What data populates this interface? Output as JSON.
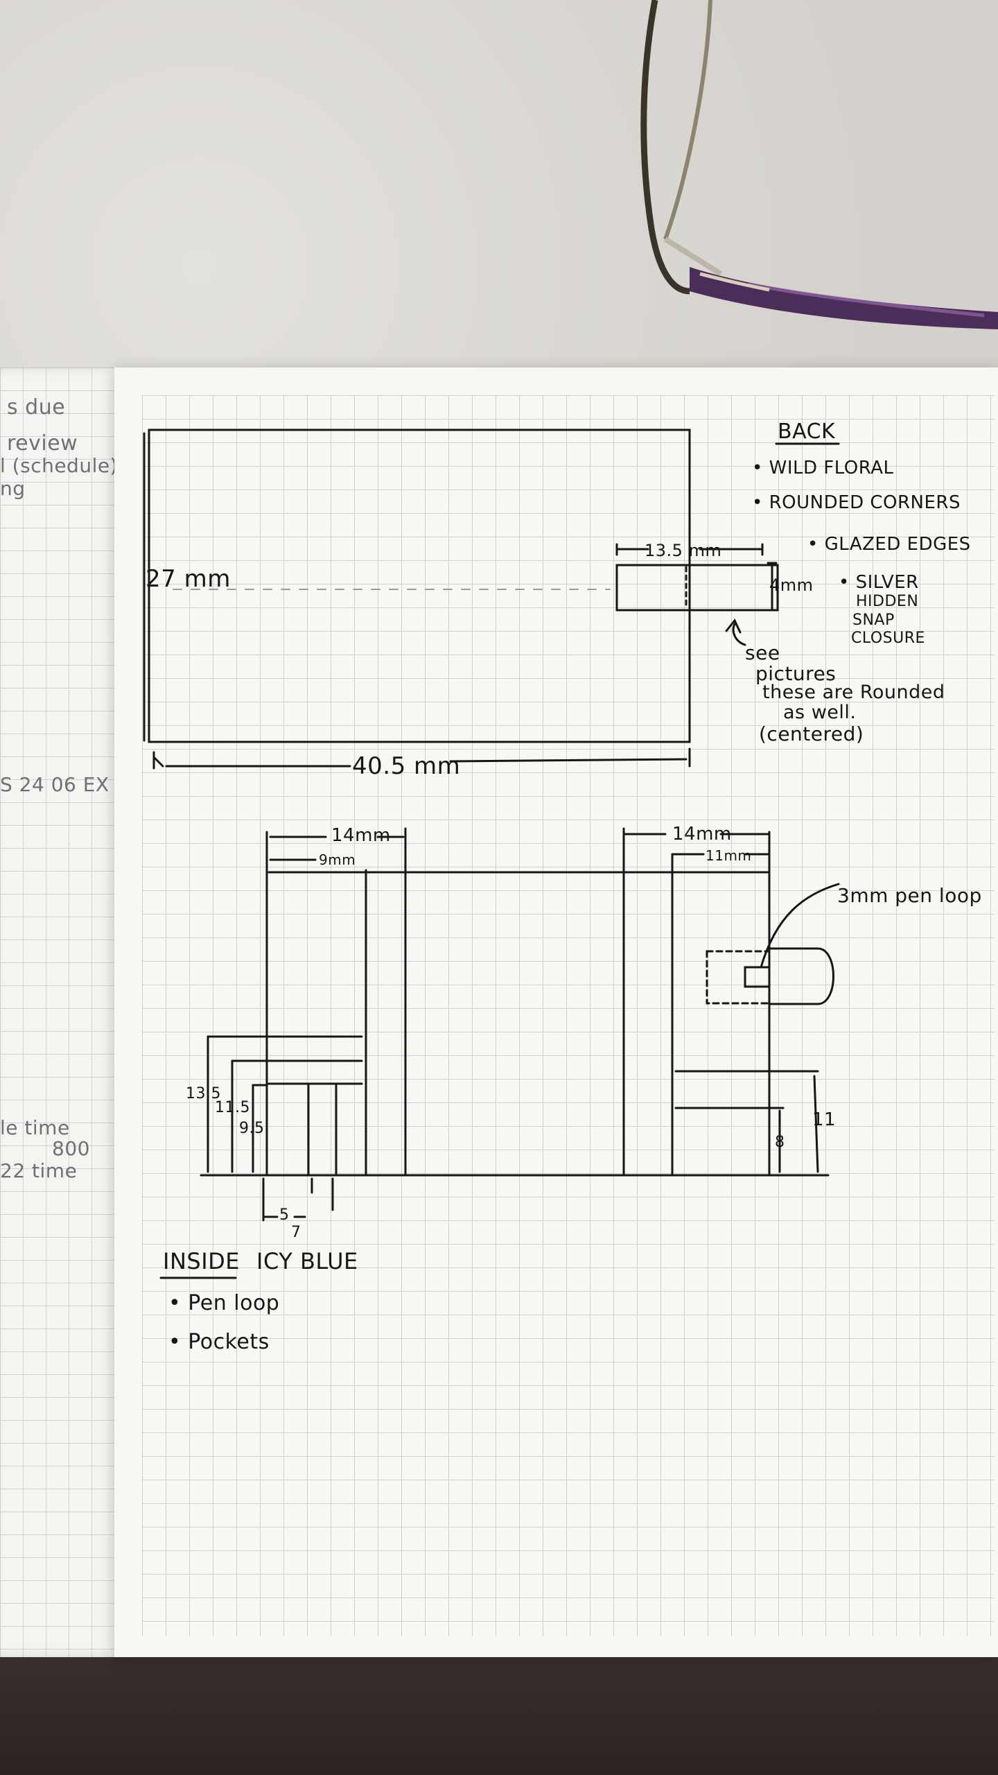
{
  "left_page": {
    "lines": [
      "s due",
      "review",
      "l (schedule)",
      "ng",
      "S 24 06 EX",
      "le time",
      "800",
      "22 time"
    ]
  },
  "back_panel": {
    "height_label": "27 mm",
    "width_label": "40.5 mm",
    "clasp_width_label": "13.5 mm",
    "clasp_height_label": "4mm",
    "note_see": "see",
    "note_pictures": "pictures",
    "note_rounded": "these are Rounded",
    "note_as_well": "as well.",
    "note_centered": "(centered)"
  },
  "back_notes": {
    "heading": "BACK",
    "items": [
      "WILD FLORAL",
      "ROUNDED CORNERS",
      "GLAZED EDGES",
      "SILVER",
      "HIDDEN",
      "SNAP",
      "CLOSURE"
    ]
  },
  "inside_panel": {
    "left_outer_label": "14mm",
    "left_inner_label": "9mm",
    "right_outer_label": "14mm",
    "right_inner_label": "11mm",
    "pen_loop_label": "3mm pen loop",
    "h1": "13.5",
    "h2": "11.5",
    "h3": "9.5",
    "w1": "5",
    "w2": "7",
    "right_h1": "11",
    "right_h2": "8"
  },
  "inside_notes": {
    "heading": "INSIDE",
    "color": "ICY BLUE",
    "items": [
      "Pen loop",
      "Pockets"
    ]
  },
  "colors": {
    "ink": "#161616",
    "paper": "#f7f7f4",
    "grid": "#c9cdd1",
    "desk": "#d4d1cc",
    "glasses_frame": "#5b3a6e"
  }
}
